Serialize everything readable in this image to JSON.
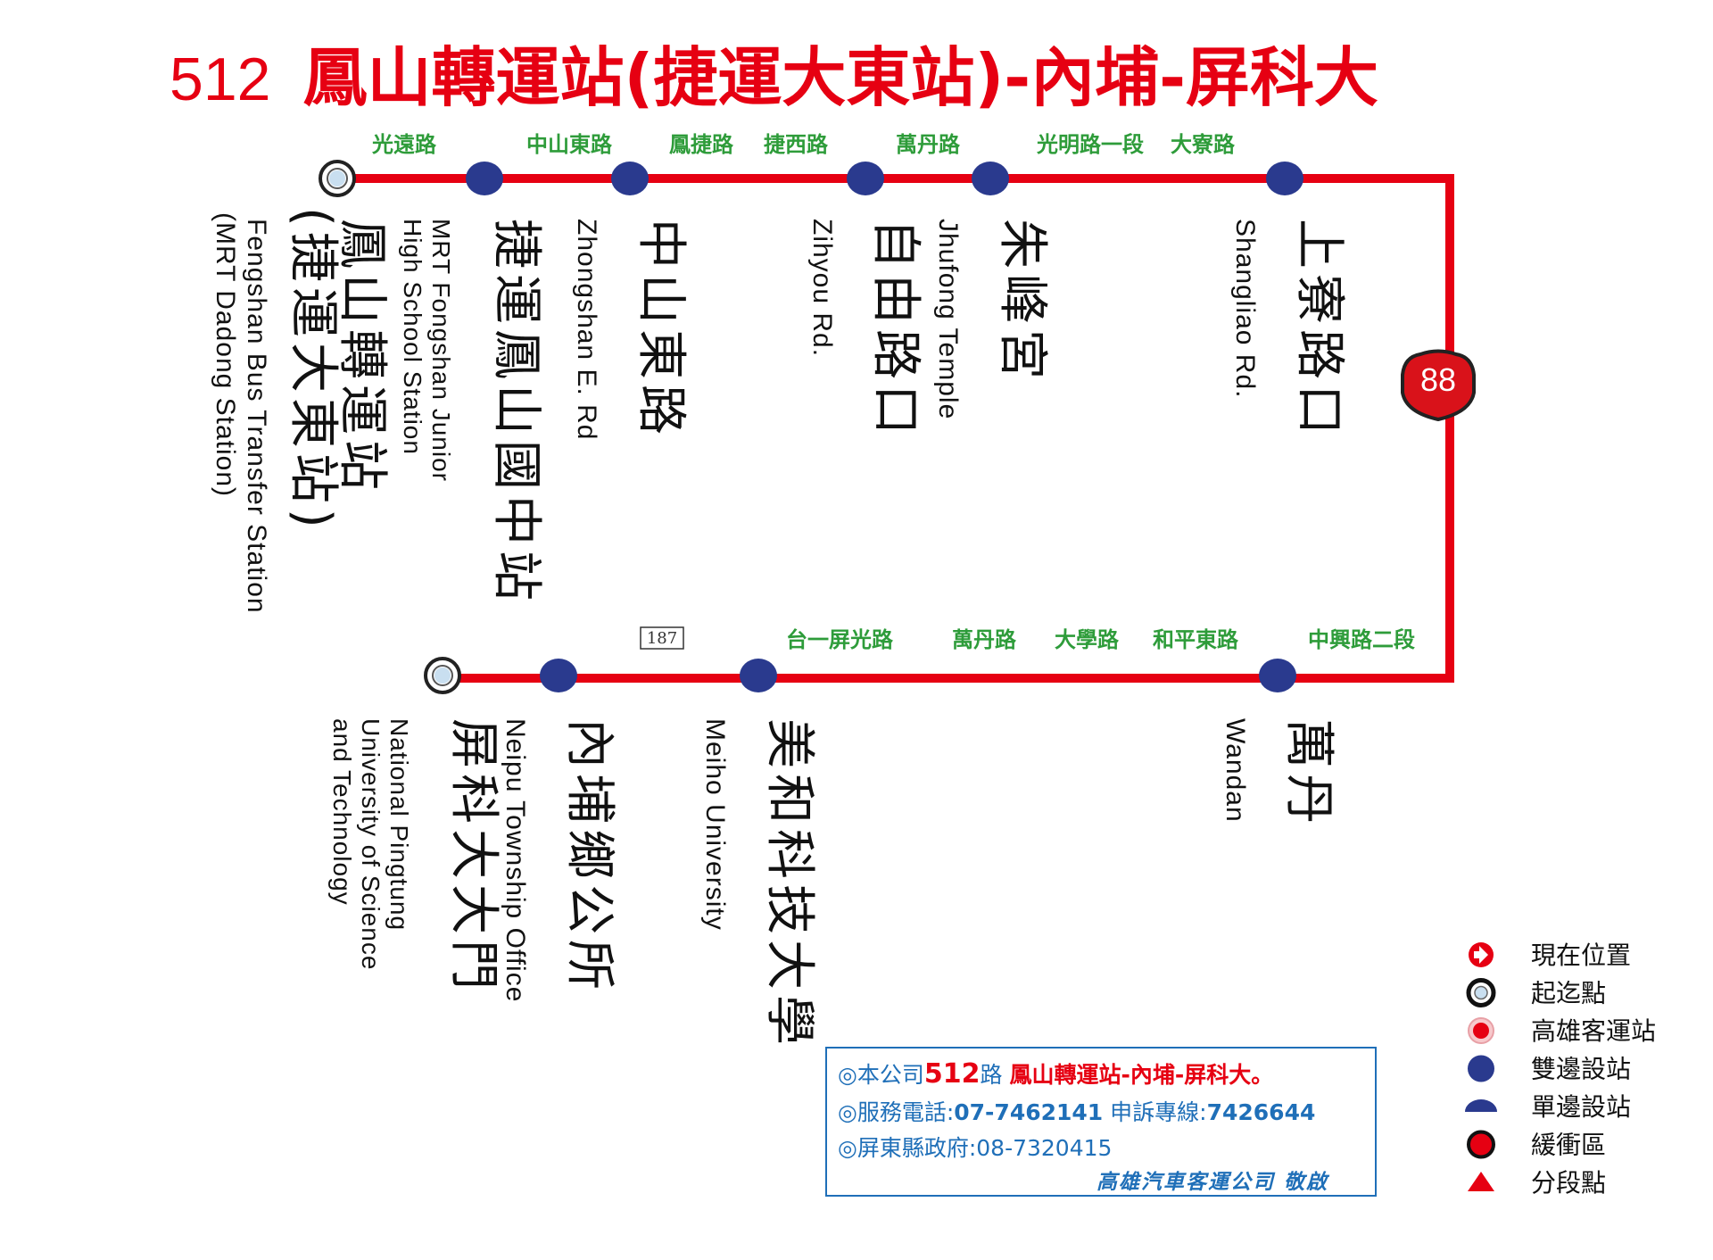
{
  "title": {
    "route_number": "512",
    "route_name": "鳳山轉運站(捷運大東站)-內埔-屏科大"
  },
  "colors": {
    "route_line": "#e60012",
    "stop_dot": "#2a3a8e",
    "road_label": "#2e9c3a",
    "info_text": "#1f6fb8",
    "title": "#e60012"
  },
  "top_roads": [
    "光遠路",
    "中山東路",
    "鳳捷路",
    "捷西路",
    "萬丹路",
    "光明路一段",
    "大寮路"
  ],
  "bottom_roads": [
    "台一屏光路",
    "萬丹路",
    "大學路",
    "和平東路",
    "中興路二段"
  ],
  "highway_marker": "187",
  "route_shield": "88",
  "stops": [
    {
      "zh": "鳳山轉運站",
      "zh2": "(捷運大東站)",
      "en": "Fengshan Bus Transfer Station",
      "en2": "(MRT Dadong Station)",
      "kind": "terminal"
    },
    {
      "zh": "捷運鳳山國中站",
      "en": "MRT Fongshan Junior",
      "en2": "High School Station",
      "kind": "both"
    },
    {
      "zh": "中山東路",
      "en": "Zhongshan E. Rd",
      "kind": "both"
    },
    {
      "zh": "自由路口",
      "en": "Zihyou Rd.",
      "kind": "both"
    },
    {
      "zh": "朱峰宮",
      "en": "Jhufong Temple",
      "kind": "both"
    },
    {
      "zh": "上寮路口",
      "en": "Shangliao Rd.",
      "kind": "both"
    },
    {
      "zh": "萬丹",
      "en": "Wandan",
      "kind": "both"
    },
    {
      "zh": "美和科技大學",
      "en": "Meiho University",
      "kind": "both"
    },
    {
      "zh": "內埔鄉公所",
      "en": "Neipu Township Office",
      "kind": "both"
    },
    {
      "zh": "屏科大大門",
      "en": "National Pingtung",
      "en2": "University of Science",
      "en3": "and Technology",
      "kind": "terminal"
    }
  ],
  "legend": [
    {
      "icon": "current-position-icon",
      "label": "現在位置"
    },
    {
      "icon": "terminus-icon",
      "label": "起迄點"
    },
    {
      "icon": "kaohsiung-bus-station-icon",
      "label": "高雄客運站"
    },
    {
      "icon": "two-side-stop-icon",
      "label": "雙邊設站"
    },
    {
      "icon": "one-side-stop-icon",
      "label": "單邊設站"
    },
    {
      "icon": "buffer-zone-icon",
      "label": "緩衝區"
    },
    {
      "icon": "section-point-icon",
      "label": "分段點"
    }
  ],
  "info": {
    "prefix": "◎",
    "line1_a": "本公司",
    "line1_route": "512",
    "line1_b": "路",
    "line1_name": "鳳山轉運站-內埔-屏科大。",
    "line2_label": "服務電話:",
    "line2_phone": "07-7462141",
    "line2_label2": "申訴專線:",
    "line2_phone2": "7426644",
    "line3": "屏東縣政府:08-7320415",
    "company": "高雄汽車客運公司 敬啟"
  }
}
